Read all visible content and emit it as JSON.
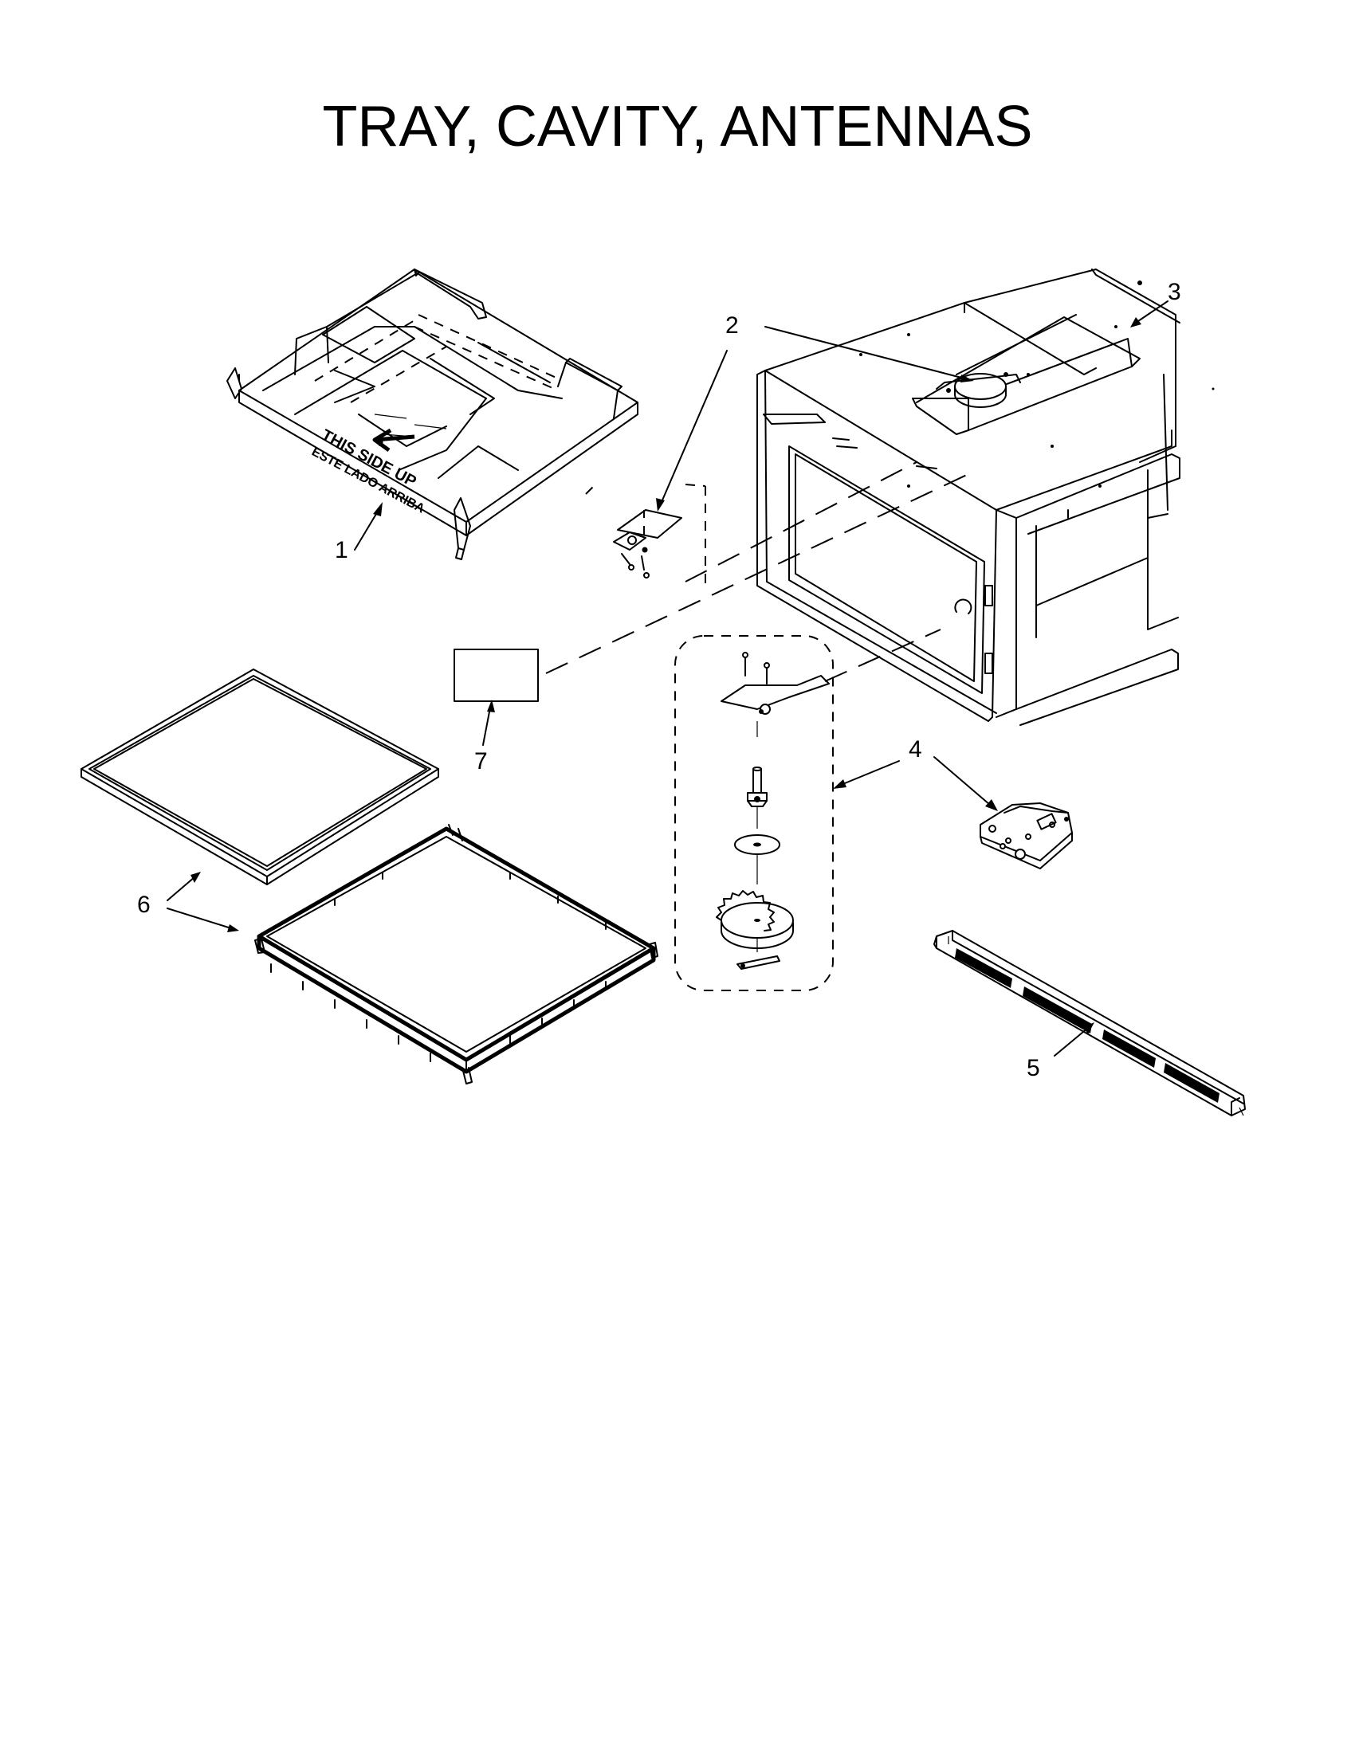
{
  "title": "TRAY, CAVITY, ANTENNAS",
  "tray_stencil": {
    "line1": "THIS SIDE UP",
    "line2": "ESTE LADO ARRIBA"
  },
  "callouts": [
    {
      "id": 1,
      "label": "1"
    },
    {
      "id": 2,
      "label": "2"
    },
    {
      "id": 3,
      "label": "3"
    },
    {
      "id": 4,
      "label": "4"
    },
    {
      "id": 5,
      "label": "5"
    },
    {
      "id": 6,
      "label": "6"
    },
    {
      "id": 7,
      "label": "7"
    }
  ]
}
